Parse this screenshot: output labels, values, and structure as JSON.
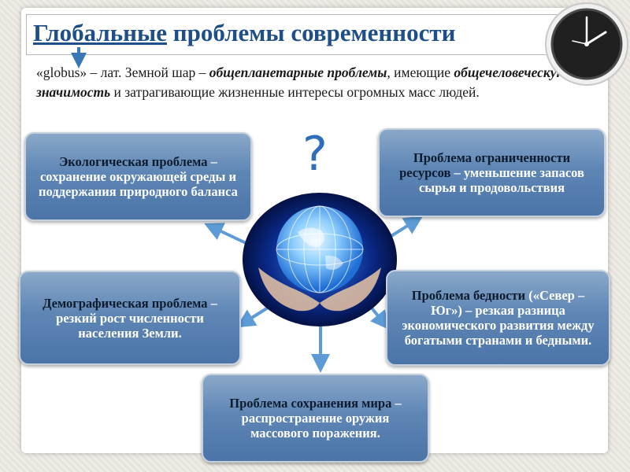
{
  "title": {
    "underlined": "Глобальные",
    "rest": " проблемы современности"
  },
  "intro": {
    "p1": "«globus» – лат. Земной шар – ",
    "b1": "общепланетарные проблемы",
    "p2": ", имеющие ",
    "b2": "общечеловеческую значимость",
    "p3": " и затрагивающие жизненные интересы огромных масс людей."
  },
  "question_mark": "?",
  "problems": {
    "ecology": {
      "title": "Экологическая проблема",
      "desc": " – сохранение окружающей среды и поддержания природного баланса"
    },
    "resources": {
      "title": "Проблема ограниченности ресурсов",
      "desc": " – уменьшение запасов сырья и продовольствия"
    },
    "demography": {
      "title": "Демографическая проблема",
      "desc": " – резкий рост численности населения Земли."
    },
    "poverty": {
      "title": "Проблема бедности",
      "desc": " («Север – Юг») – резкая разница экономического развития между богатыми странами и бедными."
    },
    "peace": {
      "title": "Проблема сохранения мира",
      "desc": " – распространение оружия массового поражения."
    }
  },
  "colors": {
    "title": "#1f4f89",
    "box": "#5e86b5",
    "arrow": "#5c9bd6",
    "question": "#2e6fb7"
  }
}
